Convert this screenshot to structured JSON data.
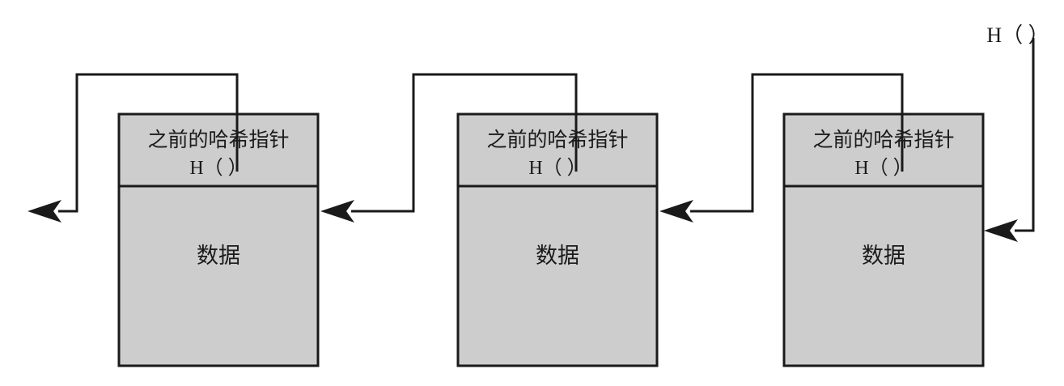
{
  "diagram": {
    "title": "Hash pointer blockchain diagram",
    "colors": {
      "block_fill": "#cdcdcd",
      "stroke": "#1a1a1a",
      "background": "#ffffff"
    },
    "blocks": [
      {
        "id": "block-1",
        "header_line1": "之前的哈希指针",
        "header_line2": "H（ ）",
        "body_label": "数据"
      },
      {
        "id": "block-2",
        "header_line1": "之前的哈希指针",
        "header_line2": "H（ ）",
        "body_label": "数据"
      },
      {
        "id": "block-3",
        "header_line1": "之前的哈希指针",
        "header_line2": "H（ ）",
        "body_label": "数据"
      }
    ],
    "tail_label": "H（ ）"
  }
}
